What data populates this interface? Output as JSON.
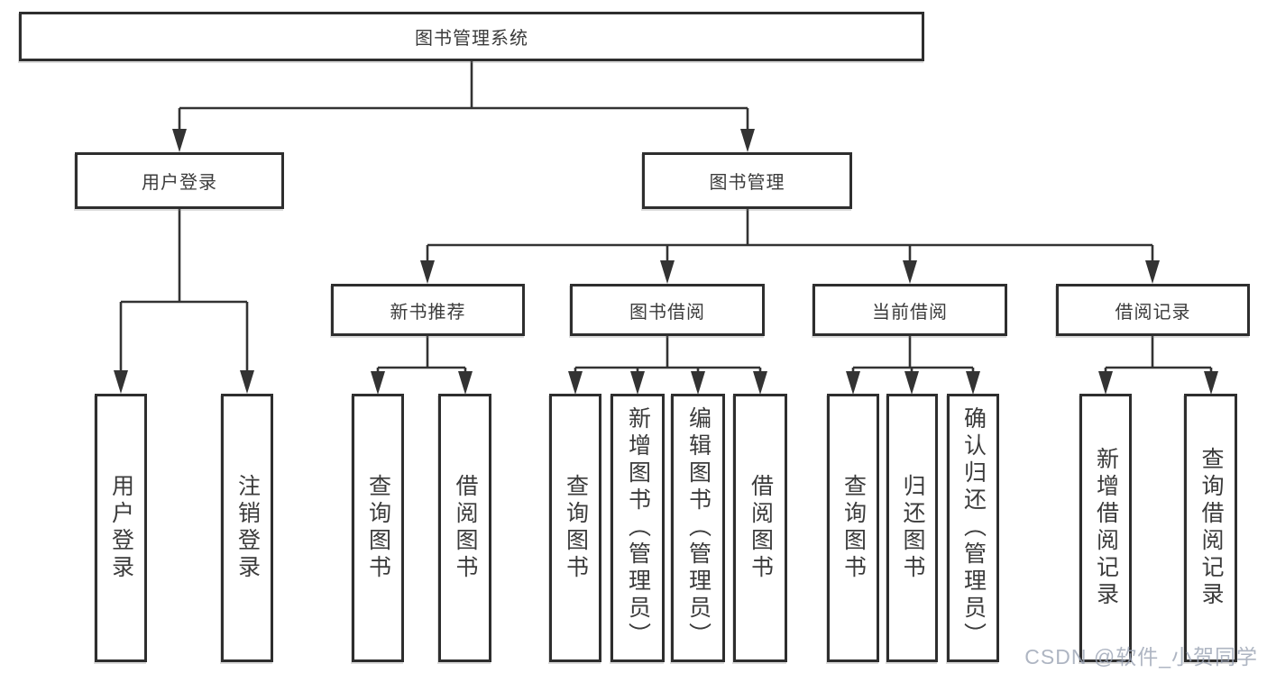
{
  "tree": {
    "label": "图书管理系统",
    "children": [
      {
        "label": "用户登录",
        "children": [
          {
            "label": "用户登录"
          },
          {
            "label": "注销登录"
          }
        ]
      },
      {
        "label": "图书管理",
        "children": [
          {
            "label": "新书推荐",
            "children": [
              {
                "label": "查询图书"
              },
              {
                "label": "借阅图书"
              }
            ]
          },
          {
            "label": "图书借阅",
            "children": [
              {
                "label": "查询图书"
              },
              {
                "label": "新增图书（管理员）"
              },
              {
                "label": "编辑图书（管理员）"
              },
              {
                "label": "借阅图书"
              }
            ]
          },
          {
            "label": "当前借阅",
            "children": [
              {
                "label": "查询图书"
              },
              {
                "label": "归还图书"
              },
              {
                "label": "确认归还（管理员）"
              }
            ]
          },
          {
            "label": "借阅记录",
            "children": [
              {
                "label": "新增借阅记录"
              },
              {
                "label": "查询借阅记录"
              }
            ]
          }
        ]
      }
    ]
  },
  "watermark": {
    "text": "CSDN @软件_小贺同学"
  },
  "colors": {
    "line": "#333333",
    "border": "#2e2e2e",
    "text": "#3b3b3b",
    "background": "#ffffff",
    "watermark": "#9aa3b4"
  }
}
